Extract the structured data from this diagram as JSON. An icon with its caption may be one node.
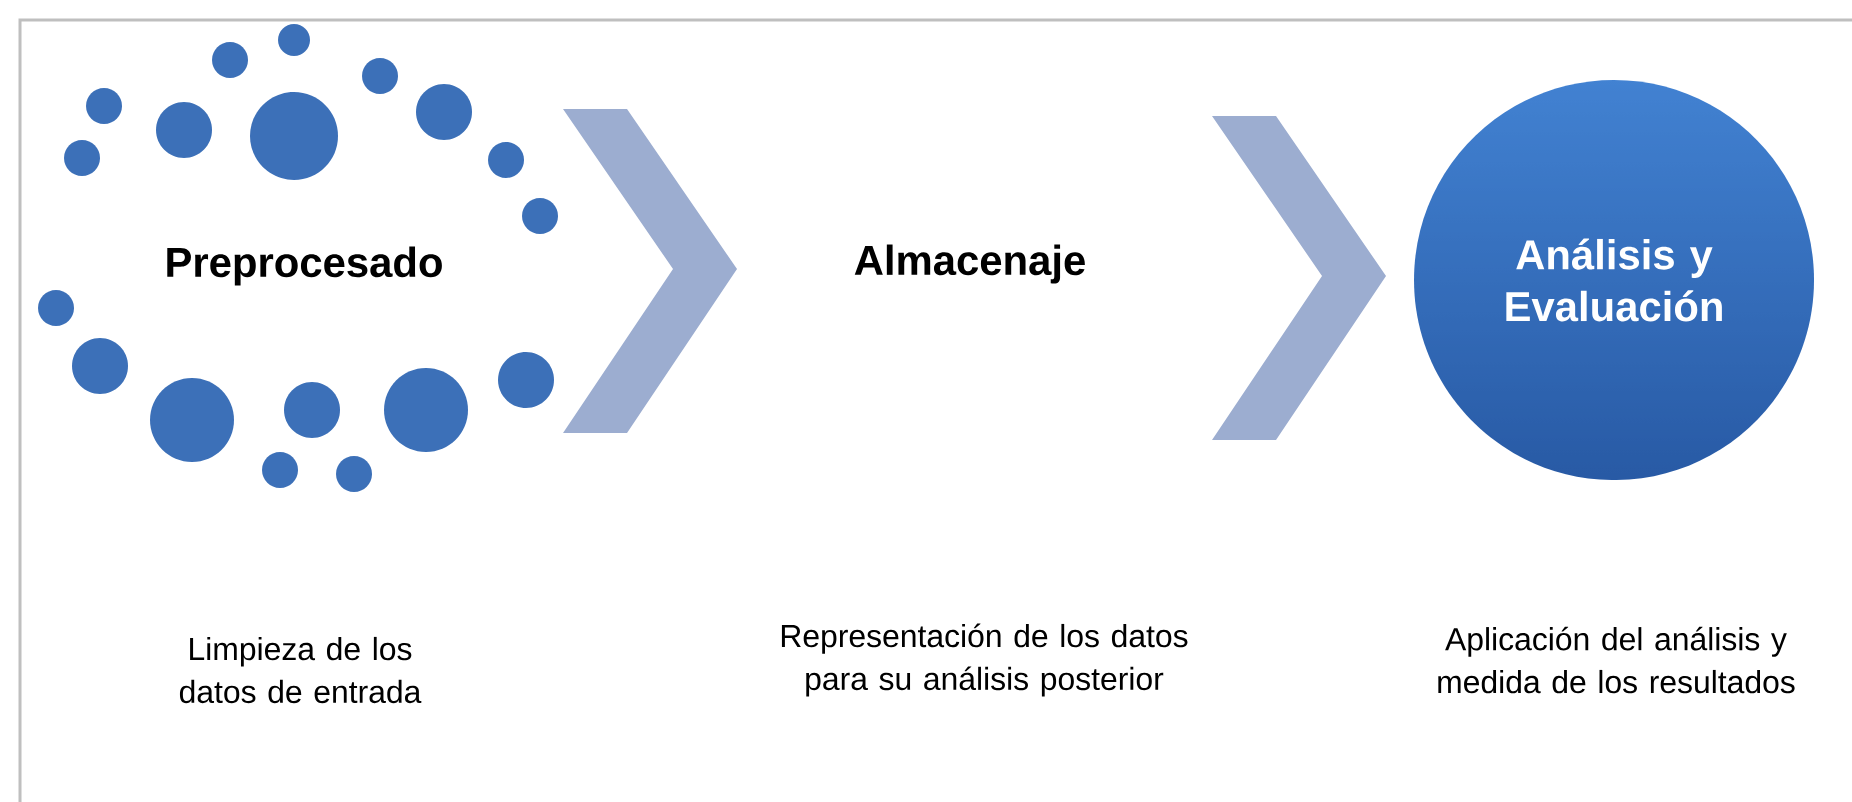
{
  "diagram": {
    "nodes": [
      {
        "text": [
          "Preprocesado"
        ]
      },
      {
        "text": [
          "Almacenaje"
        ]
      },
      {
        "text": [
          "Análisis y Evaluación"
        ]
      }
    ],
    "edges": [
      {
        "from": 0,
        "to": 1,
        "arrow": "to"
      },
      {
        "from": 1,
        "to": 2,
        "arrow": "to"
      }
    ],
    "labels": [
      "Limpieza de los datos de entrada",
      "Representación de los datos para su análisis posterior",
      "Aplicación del análisis y medida de los resultados"
    ]
  }
}
